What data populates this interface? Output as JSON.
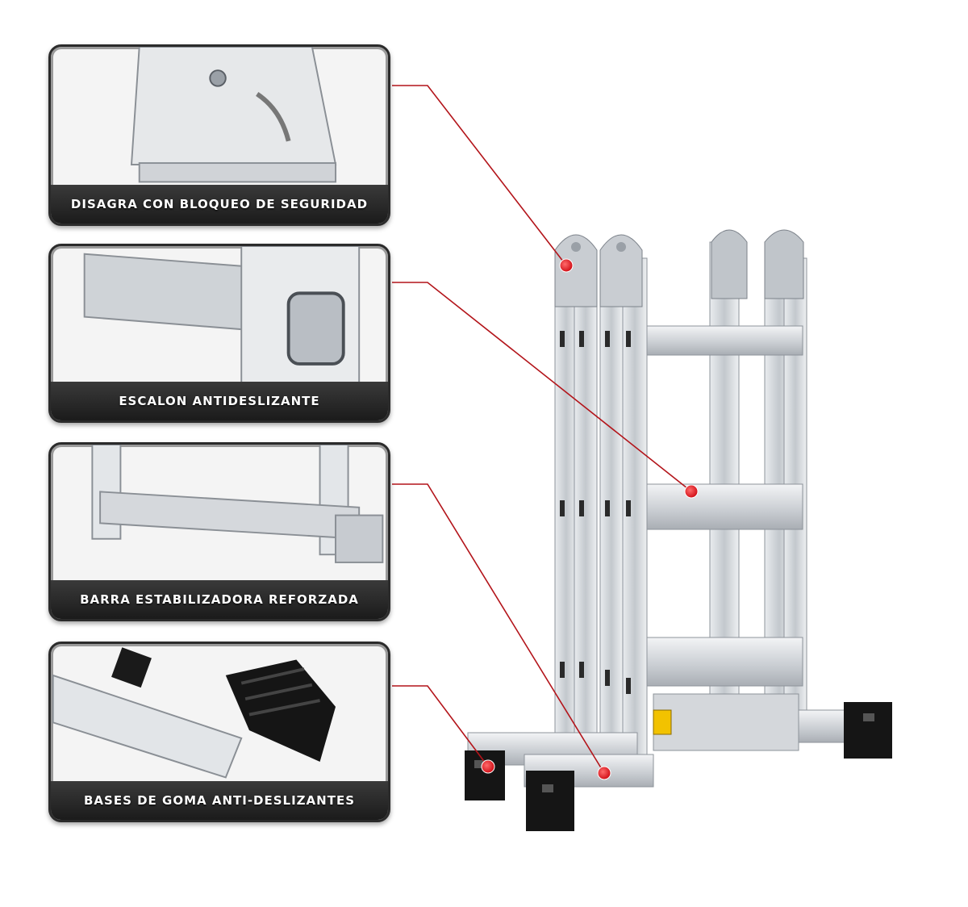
{
  "features": [
    {
      "id": "hinge",
      "label": "DISAGRA CON BLOQUEO DE SEGURIDAD"
    },
    {
      "id": "step",
      "label": "ESCALON ANTIDESLIZANTE"
    },
    {
      "id": "bar",
      "label": "BARRA ESTABILIZADORA REFORZADA"
    },
    {
      "id": "feet",
      "label": "BASES DE GOMA ANTI-DESLIZANTES"
    }
  ],
  "colors": {
    "callout_line": "#b3141a",
    "callout_dot": "#e3161e",
    "caption_bar": "#1f1f1f",
    "aluminum": "#c9cdd2",
    "rubber": "#151515"
  },
  "icons": [
    "hinge-illustration",
    "step-illustration",
    "bar-illustration",
    "rubber-foot-illustration"
  ]
}
